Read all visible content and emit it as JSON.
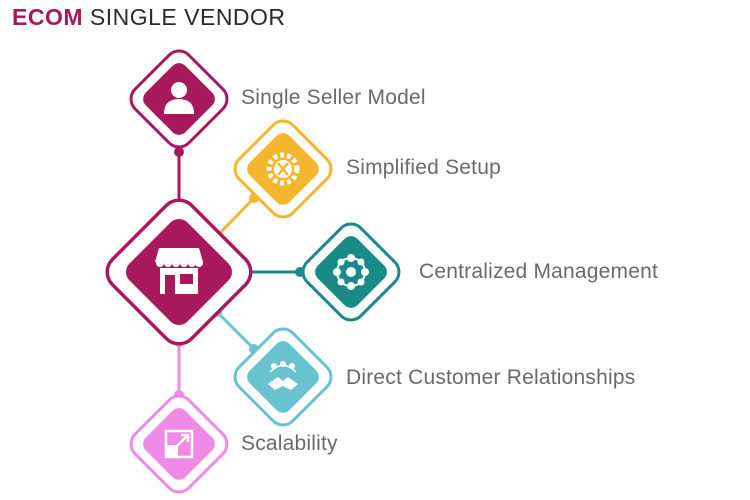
{
  "title": {
    "brand": "ECOM",
    "rest": "SINGLE VENDOR"
  },
  "colors": {
    "brand": "#a8195c",
    "single_seller": "#a8195c",
    "simplified_setup": "#f4b52f",
    "centralized": "#1a8a86",
    "direct_customer": "#68c3cf",
    "scalability": "#f08ae8",
    "label_text": "#6a6a6a"
  },
  "hub": {
    "icon": "storefront-icon"
  },
  "items": [
    {
      "label": "Single Seller Model",
      "icon": "user-icon"
    },
    {
      "label": "Simplified Setup",
      "icon": "gear-tools-icon"
    },
    {
      "label": "Centralized Management",
      "icon": "network-hub-icon"
    },
    {
      "label": "Direct Customer Relationships",
      "icon": "handshake-group-icon"
    },
    {
      "label": "Scalability",
      "icon": "expand-arrow-icon"
    }
  ]
}
